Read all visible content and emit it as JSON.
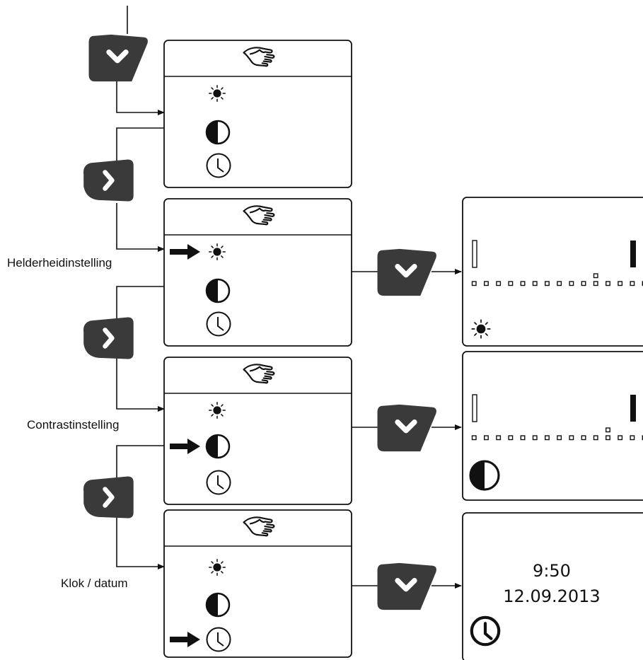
{
  "labels": {
    "brightness": "Helderheidinstelling",
    "contrast": "Contrastinstelling",
    "clock": "Klok / datum"
  },
  "clock_screen": {
    "time": "9:50",
    "date": "12.09.2013"
  },
  "menu_items": [
    "brightness-icon",
    "contrast-icon",
    "clock-icon"
  ],
  "nav_buttons": [
    "down-arrow-button",
    "right-arrow-button"
  ],
  "level_bars": {
    "brightness": {
      "level_step": 11,
      "steps": 15
    },
    "contrast": {
      "level_step": 12,
      "steps": 15
    }
  },
  "colors": {
    "button": "#3a3a3a",
    "line": "#111111"
  }
}
